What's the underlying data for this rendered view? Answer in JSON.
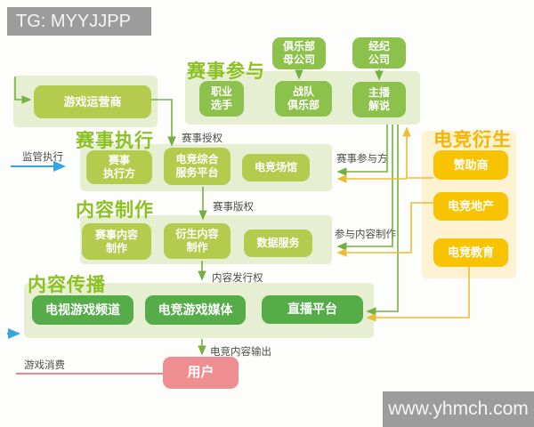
{
  "watermarks": {
    "top": "TG: MYYJJPP",
    "bottom": "www.yhmch.com"
  },
  "nodes": {
    "game_operator": "游戏运营商",
    "club_parent": "俱乐部\n母公司",
    "agency": "经纪\n公司",
    "user": "用户"
  },
  "sections": {
    "participation": {
      "title": "赛事参与",
      "boxes": [
        {
          "label": "职业\n选手"
        },
        {
          "label": "战队\n俱乐部"
        },
        {
          "label": "主播\n解说"
        }
      ]
    },
    "execution": {
      "title": "赛事执行",
      "boxes": [
        {
          "label": "赛事\n执行方"
        },
        {
          "label": "电竞综合\n服务平台"
        },
        {
          "label": "电竞场馆"
        }
      ]
    },
    "production": {
      "title": "内容制作",
      "boxes": [
        {
          "label": "赛事内容\n制作"
        },
        {
          "label": "衍生内容\n制作"
        },
        {
          "label": "数据服务"
        }
      ]
    },
    "distribution": {
      "title": "内容传播",
      "boxes": [
        {
          "label": "电视游戏频道"
        },
        {
          "label": "电竞游戏媒体"
        },
        {
          "label": "直播平台"
        }
      ]
    },
    "derivatives": {
      "title": "电竞衍生",
      "boxes": [
        {
          "label": "赞助商"
        },
        {
          "label": "电竞地产"
        },
        {
          "label": "电竞教育"
        }
      ]
    }
  },
  "edge_labels": {
    "event_license": "赛事授权",
    "regulation": "监管执行",
    "event_copyright": "赛事版权",
    "content_rights": "内容发行权",
    "content_output": "电竞内容输出",
    "game_consumption": "游戏消费",
    "event_participant": "赛事参与方",
    "join_production": "参与内容制作"
  },
  "colors": {
    "green_box": "#8cc14b",
    "olive_box": "#b4cb4e",
    "dark_green_box": "#55ac49",
    "yellow_box": "#f8c301",
    "pink_box": "#ee8e90",
    "green_title": "#8cc122",
    "orange_title": "#f5b501",
    "green_line": "#76b043",
    "yellow_line": "#eebb33",
    "blue_line": "#35a6dd",
    "red_line": "#e47a7a",
    "light_green_bg": "#e7efd3",
    "light_yellow_bg": "#fdf3d2",
    "watermark_bg": "#9c9c9c"
  }
}
